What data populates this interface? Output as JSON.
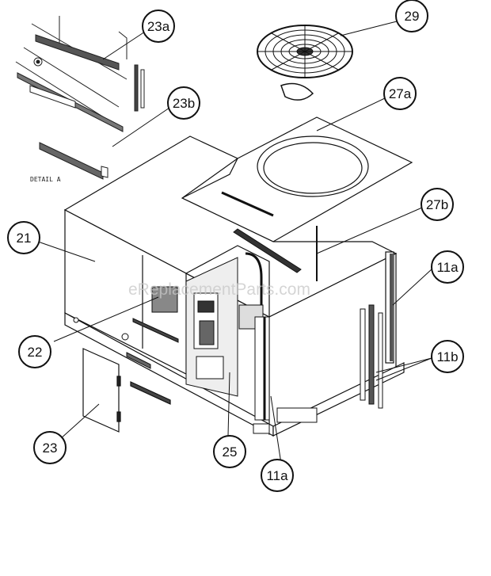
{
  "detail_label": "DETAIL A",
  "watermark": "eReplacementParts.com",
  "callouts": [
    {
      "id": "29",
      "label": "29"
    },
    {
      "id": "23a",
      "label": "23a"
    },
    {
      "id": "23b",
      "label": "23b"
    },
    {
      "id": "27a",
      "label": "27a"
    },
    {
      "id": "27b",
      "label": "27b"
    },
    {
      "id": "21",
      "label": "21"
    },
    {
      "id": "11a-top",
      "label": "11a"
    },
    {
      "id": "22",
      "label": "22"
    },
    {
      "id": "11b",
      "label": "11b"
    },
    {
      "id": "23",
      "label": "23"
    },
    {
      "id": "25",
      "label": "25"
    },
    {
      "id": "11a-bottom",
      "label": "11a"
    }
  ]
}
